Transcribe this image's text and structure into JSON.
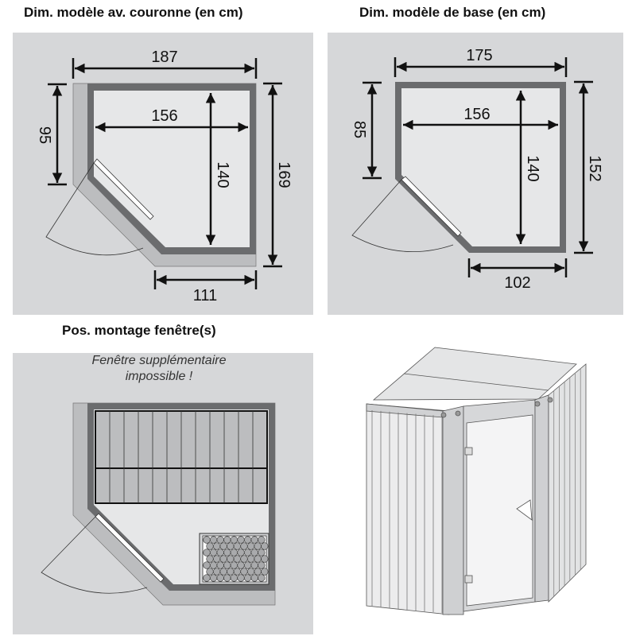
{
  "titles": {
    "crown_model": "Dim. modèle av. couronne (en cm)",
    "base_model": "Dim. modèle de base (en cm)",
    "window_position": "Pos. montage fenêtre(s)"
  },
  "crown_model": {
    "width_total": "187",
    "inner_width": "156",
    "inner_depth": "140",
    "depth_total": "169",
    "left_side": "95",
    "bottom_side": "111"
  },
  "base_model": {
    "width_total": "175",
    "inner_width": "156",
    "inner_depth": "140",
    "depth_total": "152",
    "left_side": "85",
    "bottom_side": "102"
  },
  "window_note": {
    "line1": "Fenêtre supplémentaire",
    "line2": "impossible !"
  },
  "colors": {
    "panel_bg": "#d6d7d9",
    "frame_dark": "#6b6c6e",
    "frame_light": "#bcbdbf",
    "floor": "#e6e7e8"
  }
}
